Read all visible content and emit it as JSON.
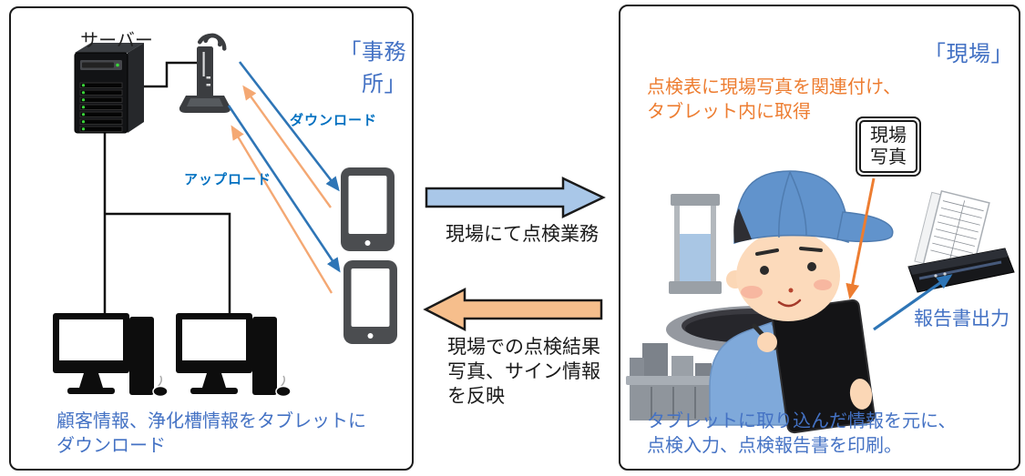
{
  "colors": {
    "accent_blue": "#4472C4",
    "label_blue": "#0070C0",
    "accent_orange": "#ED7D31",
    "flow_arrow_blue_fill": "#A9C7E8",
    "flow_arrow_orange_fill": "#F6BE8C",
    "thin_arrow_blue": "#2E75B6",
    "thin_arrow_orange": "#F4B183"
  },
  "office_panel": {
    "title": "「事務所」",
    "server_label": "サーバー",
    "download_label": "ダウンロード",
    "upload_label": "アップロード",
    "caption": "顧客情報、浄化槽情報をタブレットに\nダウンロード"
  },
  "flow": {
    "to_site": "現場にて点検業務",
    "to_office": "現場での点検結果\n写真、サイン情報\nを反映"
  },
  "site_panel": {
    "title": "「現場」",
    "note": "点検表に現場写真を関連付け、\nタブレット内に取得",
    "photo_box": "現場\n写真",
    "report_label": "報告書出力",
    "caption": "タブレットに取り込んだ情報を元に、\n点検入力、点検報告書を印刷。"
  },
  "icons": {
    "server-icon": "black tower server with green LEDs",
    "wifi-router-icon": "dark router on stand with wifi waves",
    "tablet-icon": "dark tablet with white screen",
    "desktop-computer-icon": "black monitor with tower and mouse",
    "download-arrow-icon": "blue diagonal arrow router to tablet",
    "upload-arrow-icon": "orange diagonal arrow tablet to router",
    "flow-right-arrow-icon": "large light-blue block arrow to the right",
    "flow-left-arrow-icon": "large light-orange block arrow to the left",
    "worker-illustration": "inspector in blue cap writing on tablet at open manhole",
    "measuring-cylinder-icon": "gray transparency cylinder with water",
    "manhole-icon": "open manhole ellipse",
    "concrete-blocks-icon": "gray concrete blocks",
    "printer-icon": "mobile printer printing report sheet",
    "photo-to-tablet-arrow-icon": "orange arrow from photo box to tablet",
    "report-output-arrow-icon": "blue arrow pointing to printer"
  }
}
